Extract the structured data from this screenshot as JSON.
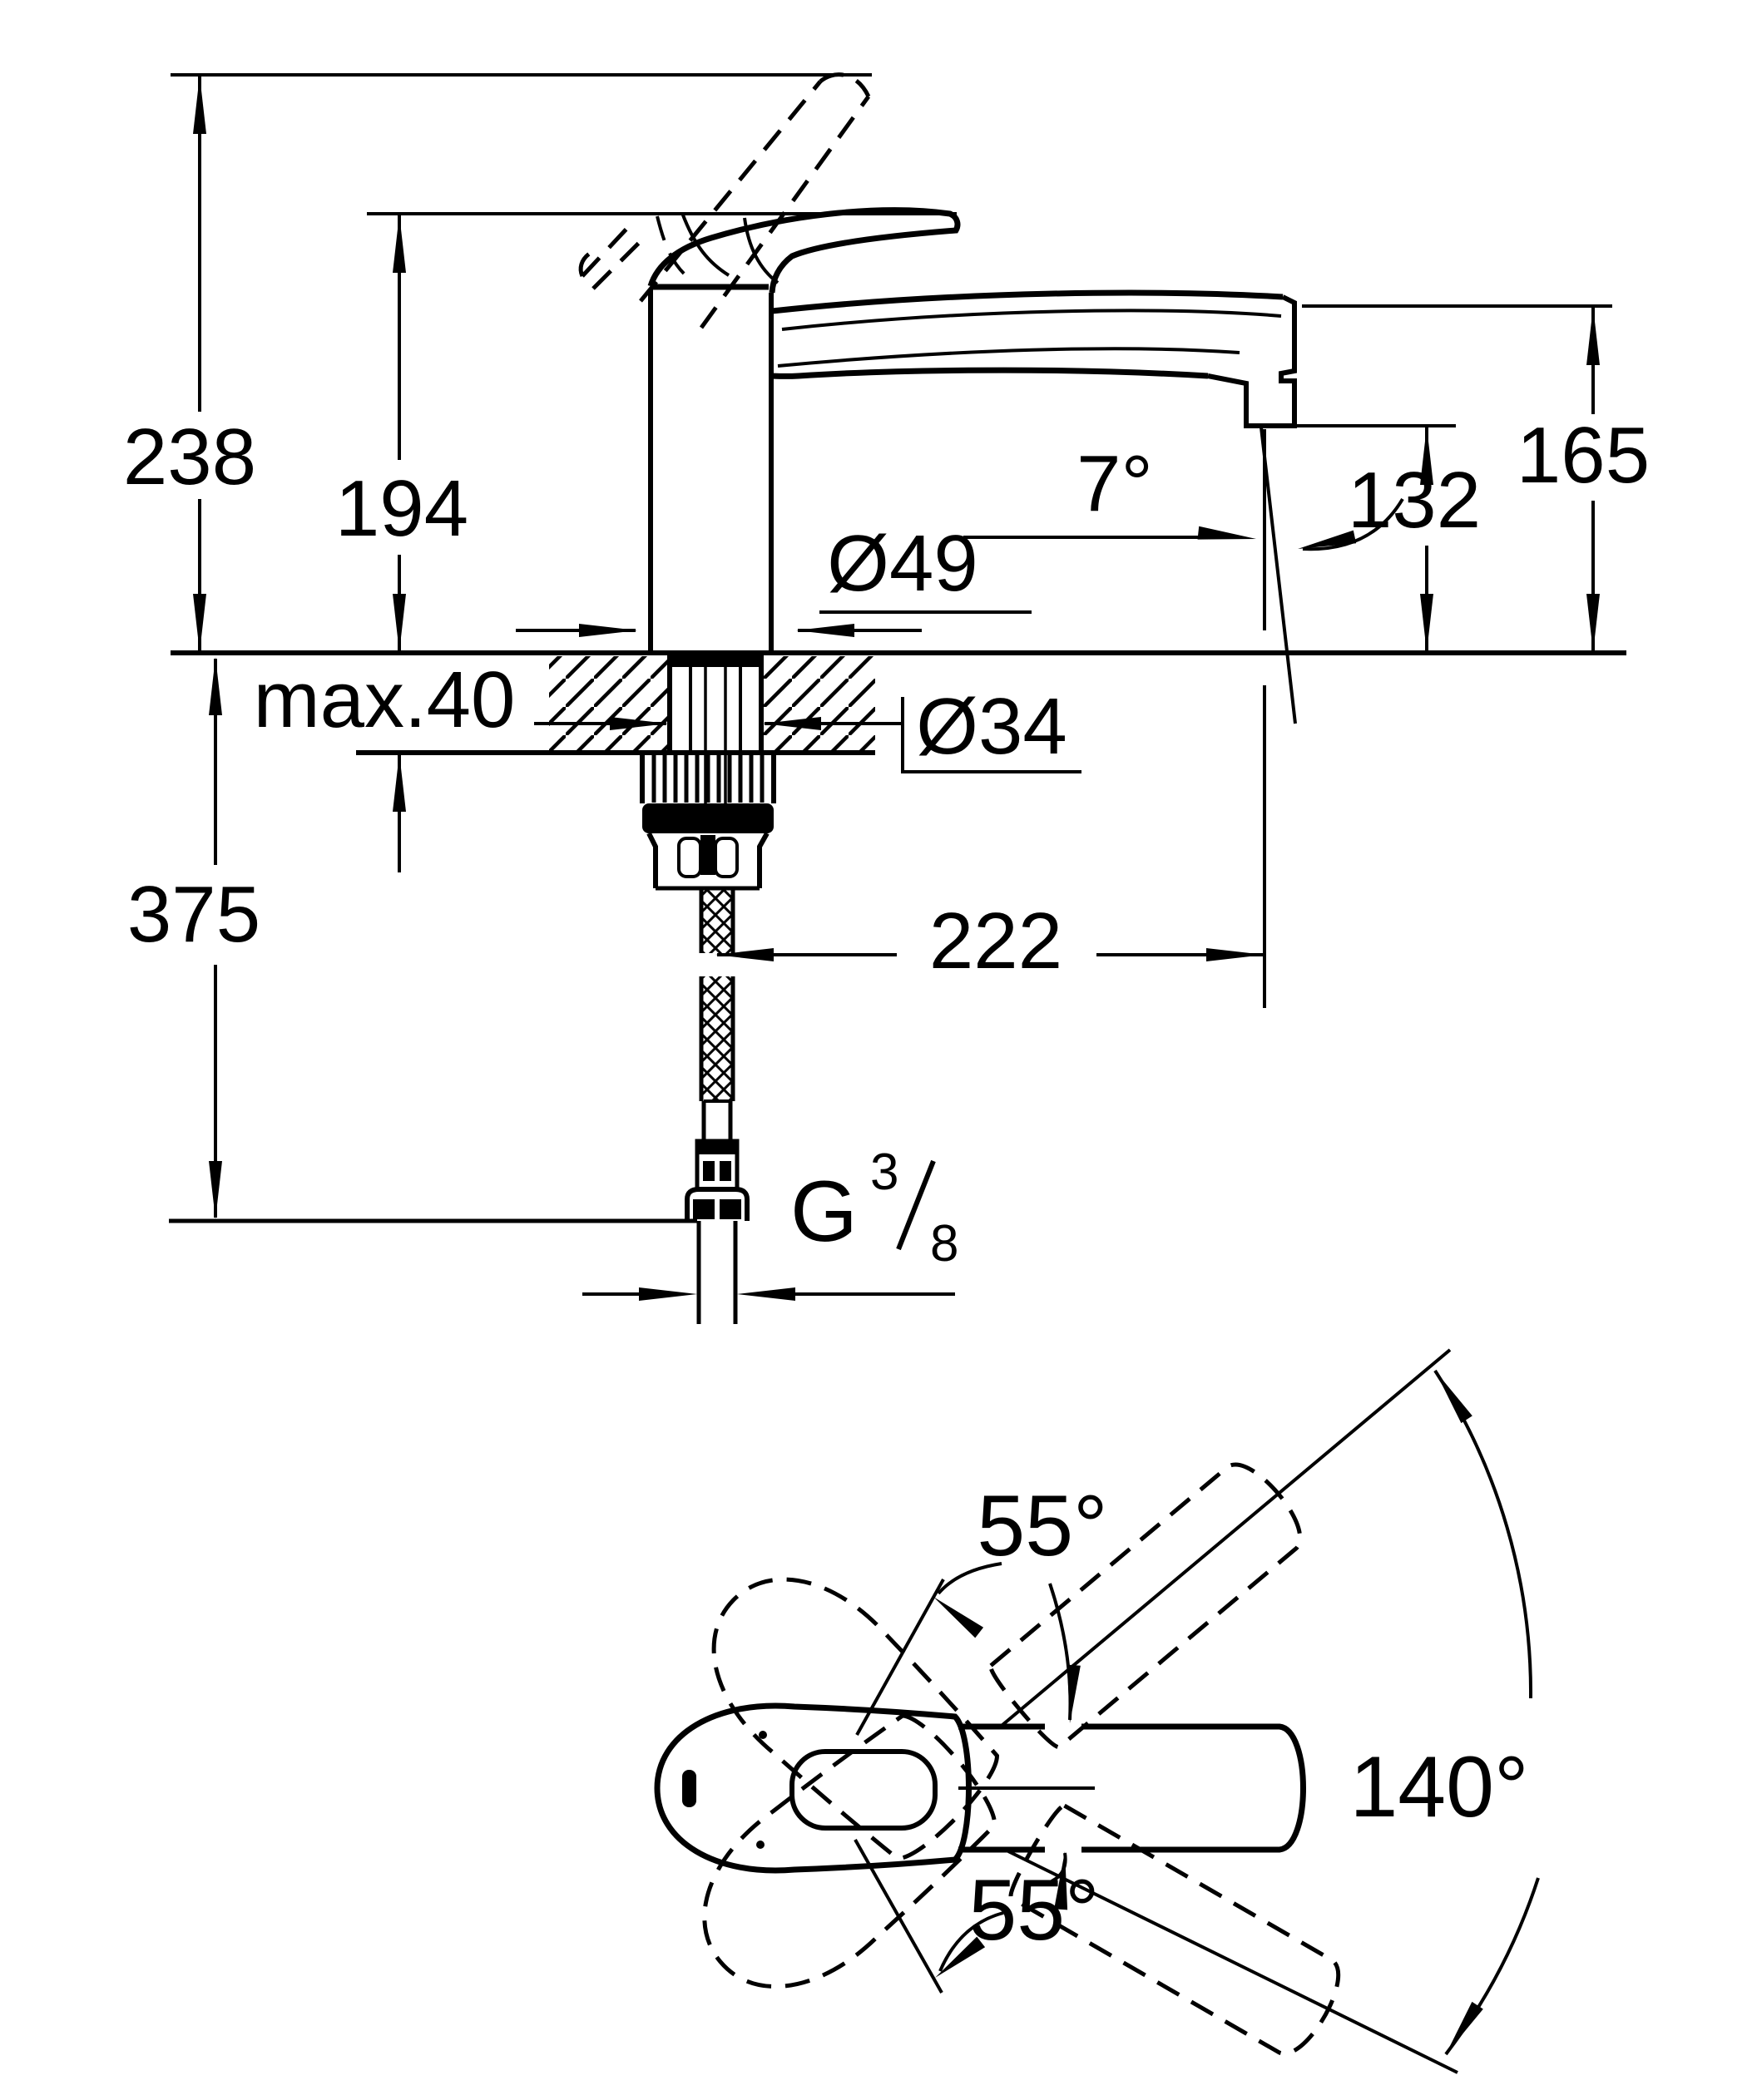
{
  "drawing": {
    "kind": "faucet installation dimension drawing",
    "colors": {
      "line": "#000000",
      "background": "#ffffff"
    }
  },
  "side_view": {
    "labels": {
      "height_total": "238",
      "height_handle_rest": "194",
      "spout_top_height": "165",
      "outlet_height": "132",
      "spout_angle": "7°",
      "body_diameter": "Ø49",
      "hole_diameter": "Ø34",
      "max_counter_thickness": "max.40",
      "hose_length": "375",
      "spout_reach": "222",
      "thread_g": "G",
      "thread_numerator": "3",
      "thread_denominator": "8"
    }
  },
  "top_view": {
    "labels": {
      "handle_swing_upper": "55°",
      "handle_swing_lower": "55°",
      "spout_swivel": "140°"
    }
  }
}
